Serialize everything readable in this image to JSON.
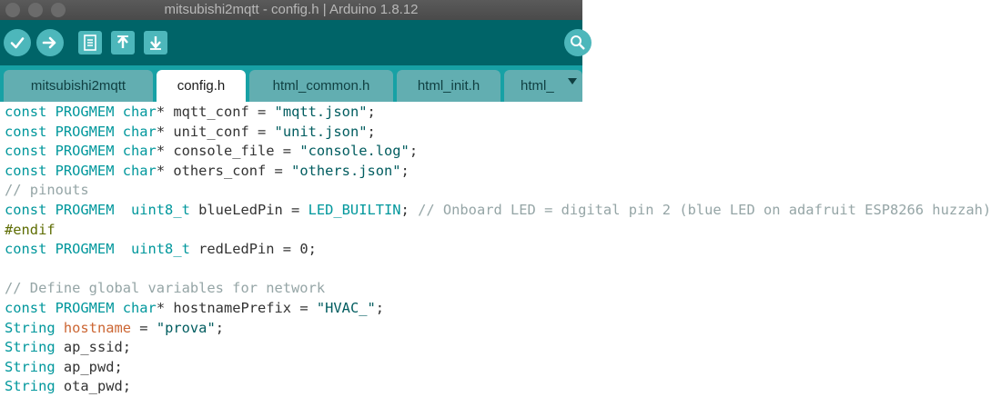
{
  "window": {
    "title": "mitsubishi2mqtt - config.h | Arduino 1.8.12"
  },
  "toolbar": {
    "buttons": [
      "verify",
      "upload",
      "new",
      "open",
      "save",
      "serial-monitor"
    ],
    "colors": {
      "background": "#006468",
      "button": "#4db7bb"
    }
  },
  "tabs": [
    {
      "label": "mitsubishi2mqtt",
      "active": false
    },
    {
      "label": "config.h",
      "active": true
    },
    {
      "label": "html_common.h",
      "active": false
    },
    {
      "label": "html_init.h",
      "active": false
    },
    {
      "label": "html_",
      "active": false
    }
  ],
  "tab_menu_icon": "triangle-down",
  "editor": {
    "lines": [
      {
        "tokens": [
          {
            "t": "kw",
            "v": "const PROGMEM "
          },
          {
            "t": "kw",
            "v": "char"
          },
          {
            "t": "n",
            "v": "* mqtt_conf = "
          },
          {
            "t": "st",
            "v": "\"mqtt.json\""
          },
          {
            "t": "n",
            "v": ";"
          }
        ]
      },
      {
        "tokens": [
          {
            "t": "kw",
            "v": "const PROGMEM "
          },
          {
            "t": "kw",
            "v": "char"
          },
          {
            "t": "n",
            "v": "* unit_conf = "
          },
          {
            "t": "st",
            "v": "\"unit.json\""
          },
          {
            "t": "n",
            "v": ";"
          }
        ]
      },
      {
        "tokens": [
          {
            "t": "kw",
            "v": "const PROGMEM "
          },
          {
            "t": "kw",
            "v": "char"
          },
          {
            "t": "n",
            "v": "* console_file = "
          },
          {
            "t": "st",
            "v": "\"console.log\""
          },
          {
            "t": "n",
            "v": ";"
          }
        ]
      },
      {
        "tokens": [
          {
            "t": "kw",
            "v": "const PROGMEM "
          },
          {
            "t": "kw",
            "v": "char"
          },
          {
            "t": "n",
            "v": "* others_conf = "
          },
          {
            "t": "st",
            "v": "\"others.json\""
          },
          {
            "t": "n",
            "v": ";"
          }
        ]
      },
      {
        "tokens": [
          {
            "t": "n",
            "v": "// pinouts"
          }
        ]
      },
      {
        "tokens": [
          {
            "t": "kw",
            "v": "const PROGMEM  uint8_t"
          },
          {
            "t": "n",
            "v": " blueLedPin = "
          },
          {
            "t": "kw",
            "v": "LED_BUILTIN"
          },
          {
            "t": "n",
            "v": "; // Onboard LED = digital pin 2 (blue LED on adafruit ESP8266 huzzah)"
          }
        ]
      },
      {
        "tokens": [
          {
            "t": "pp",
            "v": "#endif"
          }
        ]
      },
      {
        "tokens": [
          {
            "t": "kw",
            "v": "const PROGMEM  uint8_t"
          },
          {
            "t": "n",
            "v": " redLedPin = 0;"
          }
        ]
      },
      {
        "tokens": [
          {
            "t": "n",
            "v": ""
          }
        ]
      },
      {
        "tokens": [
          {
            "t": "n",
            "v": "// Define global variables for network"
          }
        ]
      },
      {
        "tokens": [
          {
            "t": "kw",
            "v": "const PROGMEM "
          },
          {
            "t": "kw",
            "v": "char"
          },
          {
            "t": "n",
            "v": "* hostnamePrefix = "
          },
          {
            "t": "st",
            "v": "\"HVAC_\""
          },
          {
            "t": "n",
            "v": ";"
          }
        ]
      },
      {
        "tokens": [
          {
            "t": "kw",
            "v": "String"
          },
          {
            "t": "n",
            "v": " "
          },
          {
            "t": "ty",
            "v": "hostname"
          },
          {
            "t": "n",
            "v": " = "
          },
          {
            "t": "st",
            "v": "\"prova\""
          },
          {
            "t": "n",
            "v": ";"
          }
        ]
      },
      {
        "tokens": [
          {
            "t": "kw",
            "v": "String"
          },
          {
            "t": "n",
            "v": " ap_ssid;"
          }
        ]
      },
      {
        "tokens": [
          {
            "t": "kw",
            "v": "String"
          },
          {
            "t": "n",
            "v": " ap_pwd;"
          }
        ]
      },
      {
        "tokens": [
          {
            "t": "kw",
            "v": "String"
          },
          {
            "t": "n",
            "v": " ota_pwd;"
          }
        ]
      }
    ]
  }
}
